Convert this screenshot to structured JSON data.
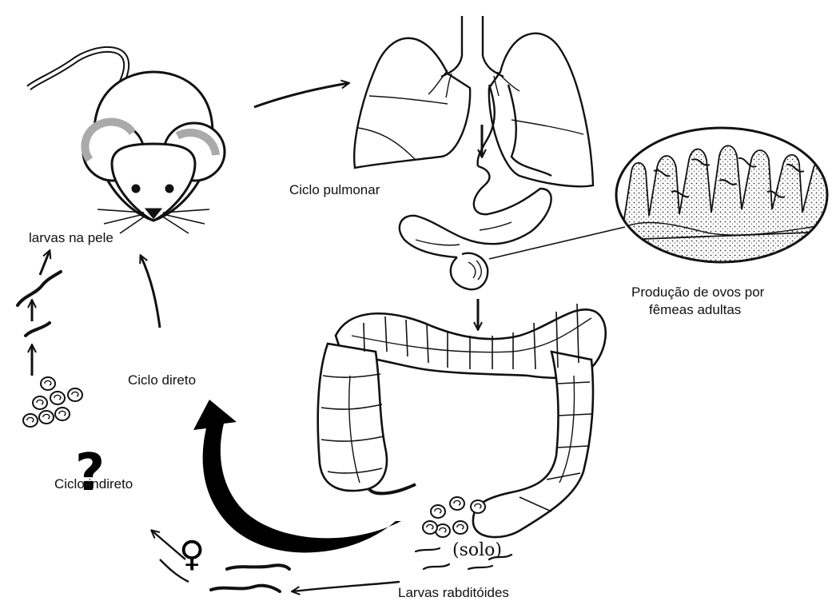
{
  "labels": {
    "larvas_pele": "larvas na pele",
    "ciclo_pulmonar": "Ciclo pulmonar",
    "producao_line1": "Produção de ovos por",
    "producao_line2": "fêmeas adultas",
    "ciclo_direto": "Ciclo direto",
    "ciclo_indireto": "Ciclo indireto",
    "question_mark": "?",
    "solo": "(solo)",
    "larvas_rabditoides": "Larvas rabditóides",
    "female_symbol": "♀"
  },
  "icons": {
    "mouse": "mouse-icon",
    "lungs": "lungs-icon",
    "stomach": "stomach-icon",
    "intestine": "large-intestine-icon",
    "magnifier": "intestinal-mucosa-magnified-icon",
    "eggs": "eggs-icon",
    "larvae": "larvae-icon"
  }
}
